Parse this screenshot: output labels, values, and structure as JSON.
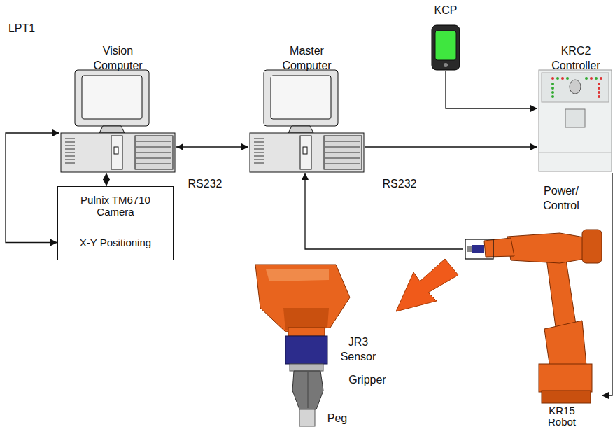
{
  "diagram": {
    "nodes": [
      {
        "text": [
          "Vision Computer"
        ]
      },
      {
        "text": [
          "Master Computer"
        ]
      },
      {
        "text": [
          "KCP"
        ]
      },
      {
        "text": [
          "KRC2 Controller"
        ]
      },
      {
        "text": [
          "Pulnix TM6710 Camera"
        ]
      },
      {
        "text": [
          "X-Y Positioning"
        ]
      },
      {
        "text": [
          "KR15 Robot"
        ]
      }
    ],
    "edges": [
      {
        "from": 0,
        "to": 1,
        "label": "RS232",
        "arrow": "both"
      },
      {
        "from": 1,
        "to": 3,
        "label": "RS232",
        "arrow": "to"
      },
      {
        "from": 2,
        "to": 3,
        "arrow": "to"
      },
      {
        "from": 0,
        "to": 4,
        "arrow": "both"
      },
      {
        "from": 0,
        "to": 5,
        "label": "LPT1",
        "arrow": "both"
      },
      {
        "from": 3,
        "to": 6,
        "label": "Power/ Control",
        "arrow": "to"
      },
      {
        "from": 6,
        "to": 1,
        "arrow": "to"
      }
    ],
    "labels": [
      "JR3 Sensor",
      "Gripper",
      "Peg"
    ]
  }
}
